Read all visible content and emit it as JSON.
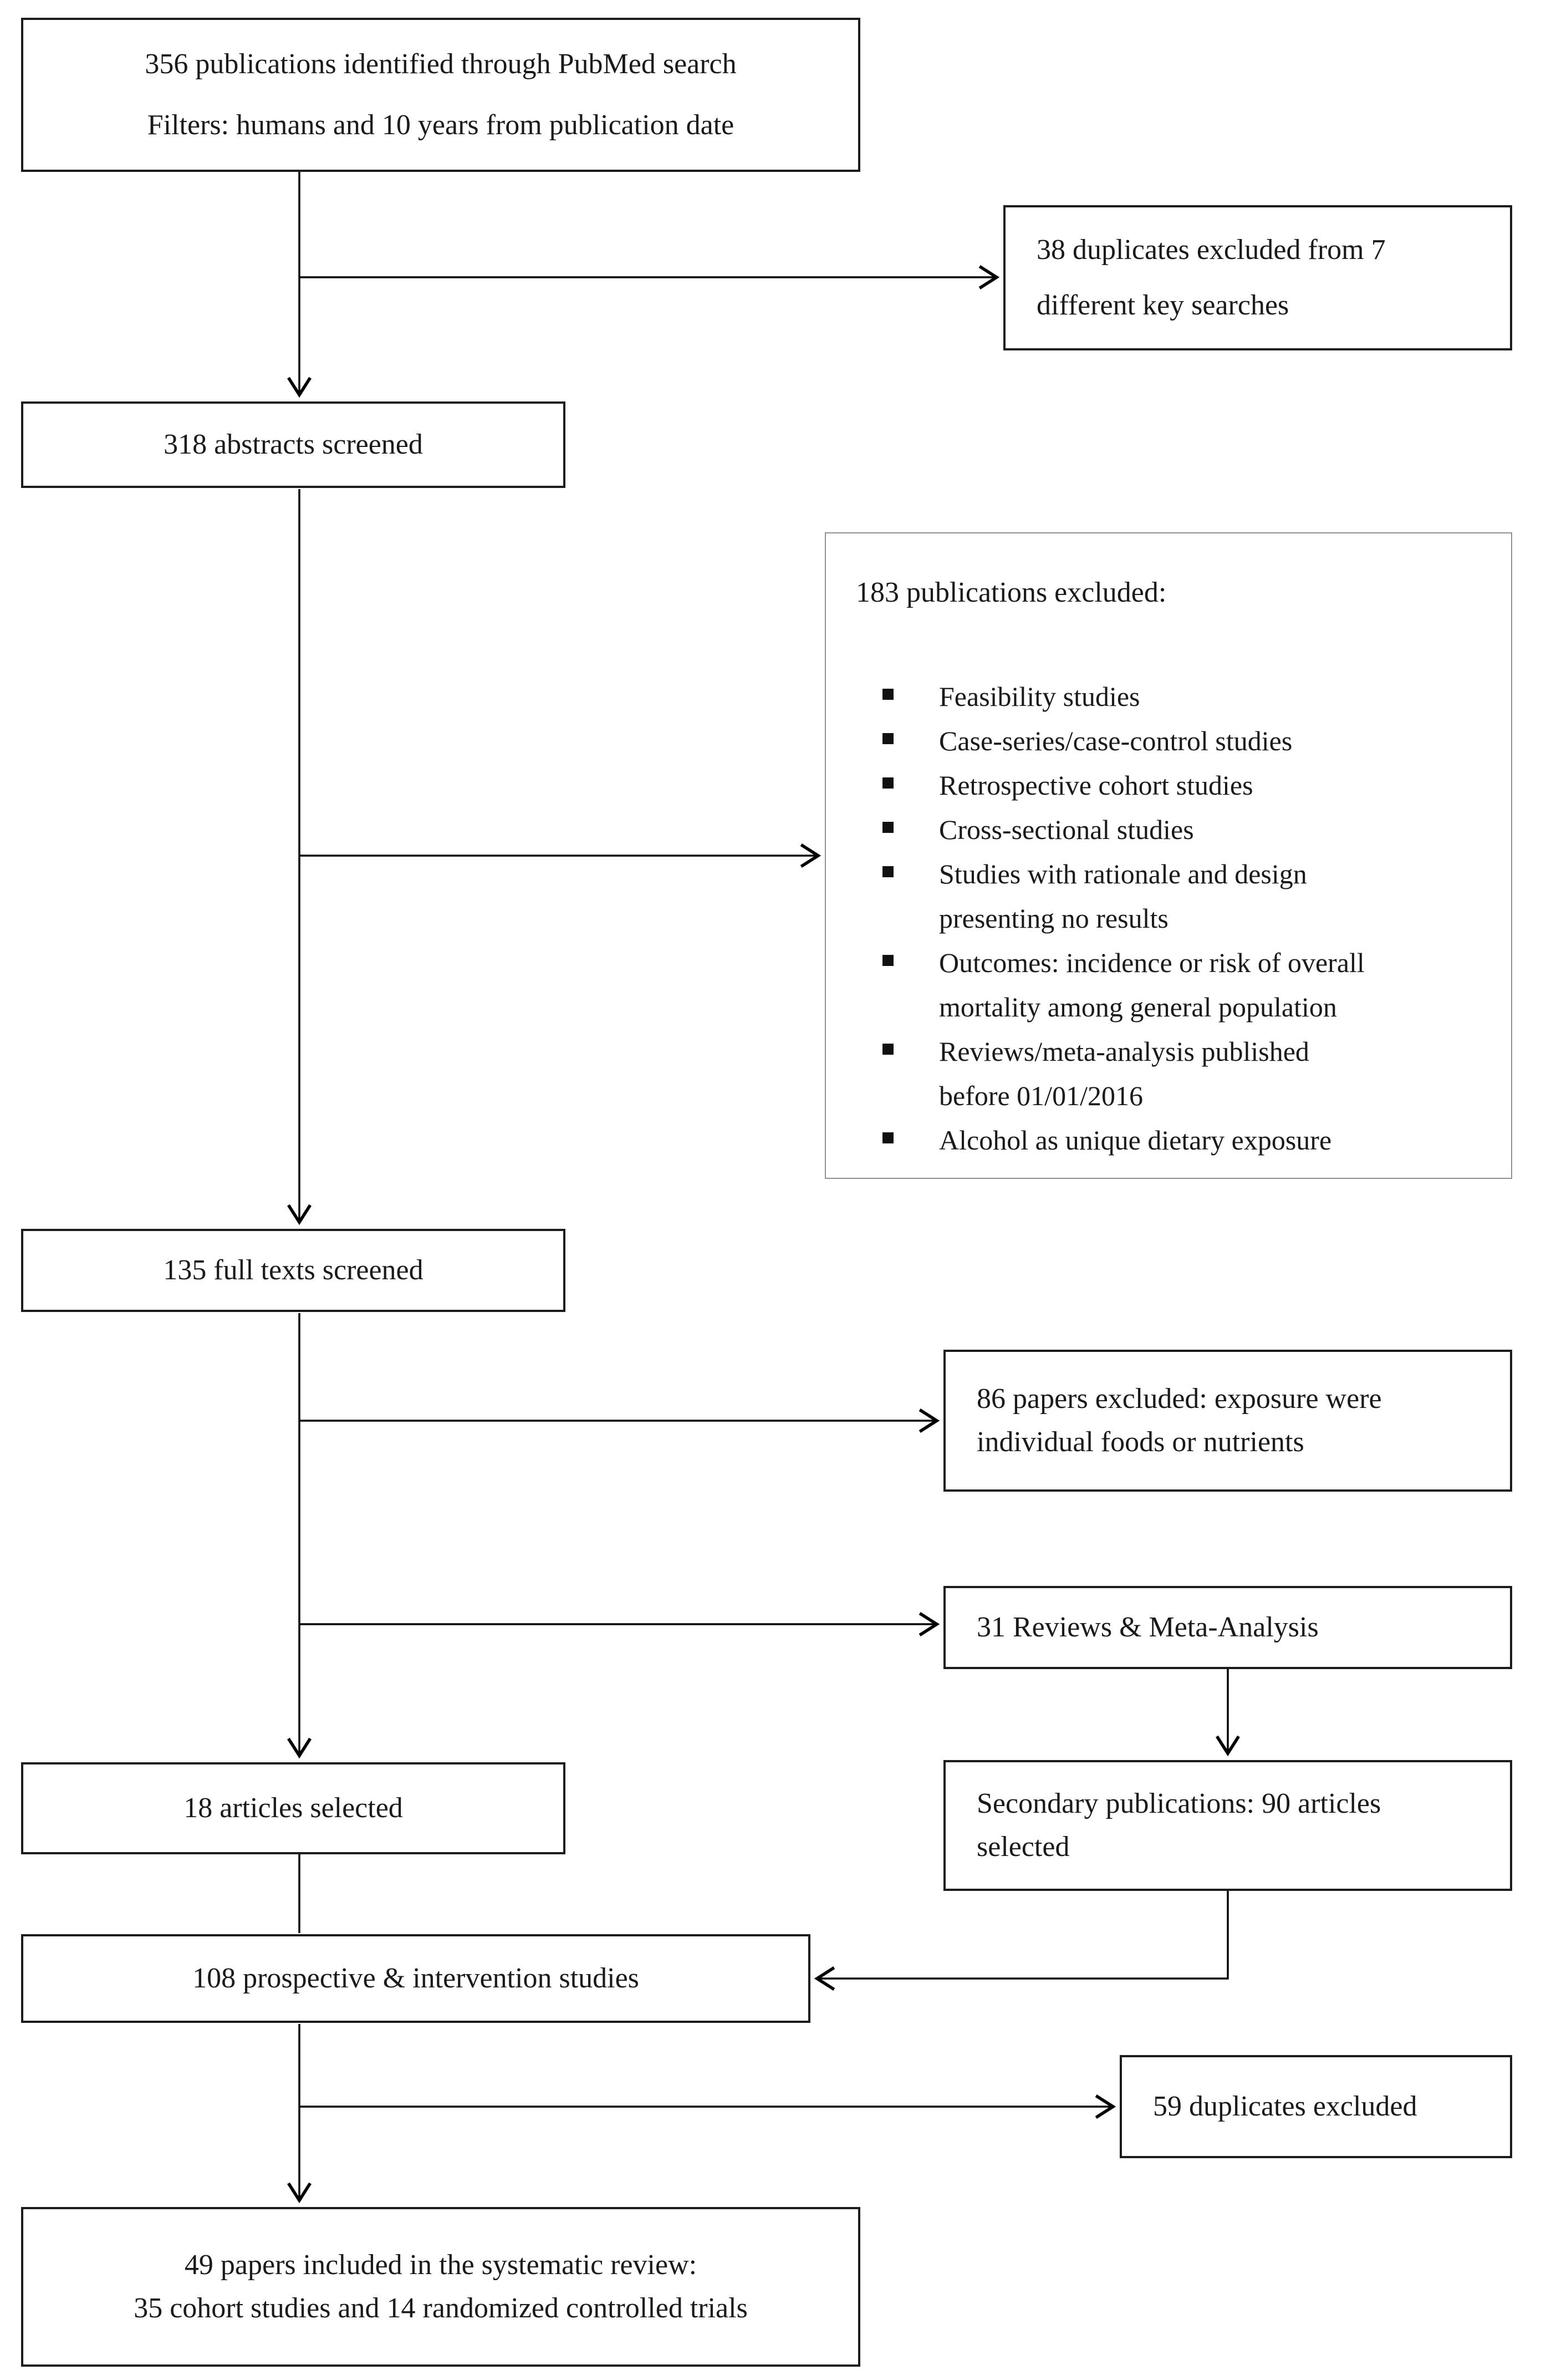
{
  "flowchart": {
    "boxes": {
      "identified": {
        "lines": [
          "356 publications identified through PubMed search",
          "Filters: humans and 10 years from publication date"
        ]
      },
      "duplicates_excluded": {
        "lines": [
          "38 duplicates excluded from 7",
          "different key searches"
        ]
      },
      "abstracts_screened": {
        "text": "318 abstracts screened"
      },
      "publications_excluded": {
        "title": "183 publications excluded:",
        "items": [
          [
            "Feasibility studies"
          ],
          [
            "Case-series/case-control studies"
          ],
          [
            "Retrospective cohort studies"
          ],
          [
            "Cross-sectional studies"
          ],
          [
            "Studies with rationale and design",
            "presenting no results"
          ],
          [
            "Outcomes: incidence or risk of overall",
            "mortality among general population"
          ],
          [
            "Reviews/meta-analysis published",
            "before 01/01/2016"
          ],
          [
            "Alcohol as unique dietary exposure"
          ]
        ]
      },
      "full_texts_screened": {
        "text": "135 full texts screened"
      },
      "papers_excluded": {
        "lines": [
          "86 papers excluded: exposure were",
          "individual foods or nutrients"
        ]
      },
      "reviews_meta_analysis": {
        "text": "31 Reviews & Meta-Analysis"
      },
      "articles_selected": {
        "text": "18 articles selected"
      },
      "secondary_publications": {
        "lines": [
          "Secondary publications: 90 articles",
          "selected"
        ]
      },
      "prospective_intervention": {
        "text": "108 prospective & intervention studies"
      },
      "duplicates_excluded_final": {
        "text": "59 duplicates excluded"
      },
      "included": {
        "lines": [
          "49 papers included in the systematic review:",
          "35 cohort studies and 14 randomized controlled trials"
        ]
      }
    },
    "colors": {
      "border": "#1c1c1c",
      "light_border": "#909090",
      "line": "#000000",
      "text": "#1a1a1a",
      "background": "#ffffff"
    }
  }
}
